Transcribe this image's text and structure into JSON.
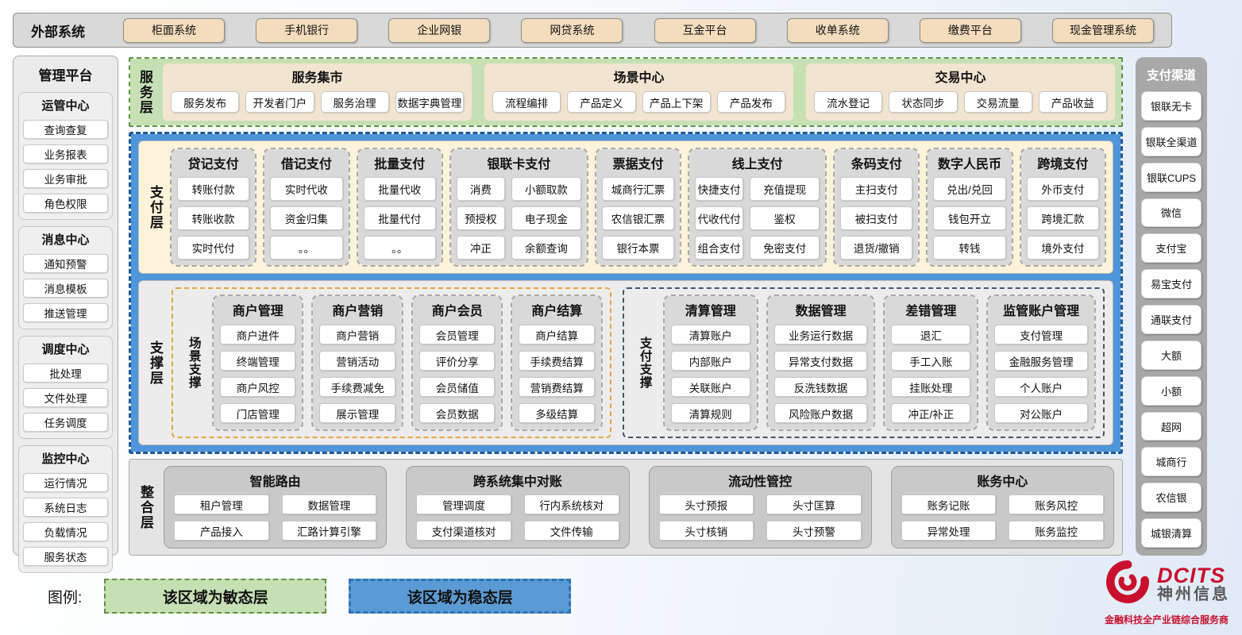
{
  "external_systems": {
    "label": "外部系统",
    "items": [
      "柜面系统",
      "手机银行",
      "企业网银",
      "网贷系统",
      "互金平台",
      "收单系统",
      "缴费平台",
      "现金管理系统"
    ]
  },
  "management_platform": {
    "title": "管理平台",
    "sections": [
      {
        "title": "运管中心",
        "items": [
          "查询查复",
          "业务报表",
          "业务审批",
          "角色权限"
        ]
      },
      {
        "title": "消息中心",
        "items": [
          "通知预警",
          "消息模板",
          "推送管理"
        ]
      },
      {
        "title": "调度中心",
        "items": [
          "批处理",
          "文件处理",
          "任务调度"
        ]
      },
      {
        "title": "监控中心",
        "items": [
          "运行情况",
          "系统日志",
          "负载情况",
          "服务状态"
        ]
      }
    ]
  },
  "service_layer": {
    "label": "服务层",
    "centers": [
      {
        "title": "服务集市",
        "items": [
          "服务发布",
          "开发者门户",
          "服务治理",
          "数据字典管理"
        ]
      },
      {
        "title": "场景中心",
        "items": [
          "流程编排",
          "产品定义",
          "产品上下架",
          "产品发布"
        ]
      },
      {
        "title": "交易中心",
        "items": [
          "流水登记",
          "状态同步",
          "交易流量",
          "产品收益"
        ]
      }
    ]
  },
  "payment_layer": {
    "label": "支付层",
    "groups": [
      {
        "title": "贷记支付",
        "cols": 1,
        "items": [
          "转账付款",
          "转账收款",
          "实时代付"
        ]
      },
      {
        "title": "借记支付",
        "cols": 1,
        "items": [
          "实时代收",
          "资金归集",
          "。。"
        ]
      },
      {
        "title": "批量支付",
        "cols": 1,
        "items": [
          "批量代收",
          "批量代付",
          "。。"
        ]
      },
      {
        "title": "银联卡支付",
        "cols": 2,
        "items": [
          "消费",
          "小额取款",
          "预授权",
          "电子现金",
          "冲正",
          "余额查询"
        ]
      },
      {
        "title": "票据支付",
        "cols": 1,
        "items": [
          "城商行汇票",
          "农信银汇票",
          "银行本票"
        ]
      },
      {
        "title": "线上支付",
        "cols": 2,
        "items": [
          "快捷支付",
          "充值提现",
          "代收代付",
          "鉴权",
          "组合支付",
          "免密支付"
        ]
      },
      {
        "title": "条码支付",
        "cols": 1,
        "items": [
          "主扫支付",
          "被扫支付",
          "退货/撤销"
        ]
      },
      {
        "title": "数字人民币",
        "cols": 1,
        "items": [
          "兑出/兑回",
          "钱包开立",
          "转钱"
        ]
      },
      {
        "title": "跨境支付",
        "cols": 1,
        "items": [
          "外币支付",
          "跨境汇款",
          "境外支付"
        ]
      }
    ]
  },
  "support_layer": {
    "label": "支撑层",
    "regions": [
      {
        "label": "场景支撑",
        "style": "orange",
        "groups": [
          {
            "title": "商户管理",
            "wide": false,
            "items": [
              "商户进件",
              "终端管理",
              "商户风控",
              "门店管理"
            ]
          },
          {
            "title": "商户营销",
            "wide": false,
            "items": [
              "商户营销",
              "营销活动",
              "手续费减免",
              "展示管理"
            ]
          },
          {
            "title": "商户会员",
            "wide": false,
            "items": [
              "会员管理",
              "评价分享",
              "会员储值",
              "会员数据"
            ]
          },
          {
            "title": "商户结算",
            "wide": false,
            "items": [
              "商户结算",
              "手续费结算",
              "营销费结算",
              "多级结算"
            ]
          }
        ]
      },
      {
        "label": "支付支撑",
        "style": "dark",
        "groups": [
          {
            "title": "清算管理",
            "wide": false,
            "items": [
              "清算账户",
              "内部账户",
              "关联账户",
              "清算规则"
            ]
          },
          {
            "title": "数据管理",
            "wide": true,
            "items": [
              "业务运行数据",
              "异常支付数据",
              "反洗钱数据",
              "风险账户数据"
            ]
          },
          {
            "title": "差错管理",
            "wide": false,
            "items": [
              "退汇",
              "手工入账",
              "挂账处理",
              "冲正/补正"
            ]
          },
          {
            "title": "监管账户管理",
            "wide": true,
            "items": [
              "支付管理",
              "金融服务管理",
              "个人账户",
              "对公账户"
            ]
          }
        ]
      }
    ]
  },
  "integration_layer": {
    "label": "整合层",
    "groups": [
      {
        "title": "智能路由",
        "items": [
          "租户管理",
          "数据管理",
          "产品接入",
          "汇路计算引擎"
        ]
      },
      {
        "title": "跨系统集中对账",
        "items": [
          "管理调度",
          "行内系统核对",
          "支付渠道核对",
          "文件传输"
        ]
      },
      {
        "title": "流动性管控",
        "items": [
          "头寸预报",
          "头寸匡算",
          "头寸核销",
          "头寸预警"
        ]
      },
      {
        "title": "账务中心",
        "items": [
          "账务记账",
          "账务风控",
          "异常处理",
          "账务监控"
        ]
      }
    ]
  },
  "payment_channels": {
    "title": "支付渠道",
    "items": [
      "银联无卡",
      "银联全渠道",
      "银联CUPS",
      "微信",
      "支付宝",
      "易宝支付",
      "通联支付",
      "大额",
      "小额",
      "超网",
      "城商行",
      "农信银",
      "城银清算"
    ]
  },
  "legend": {
    "label": "图例:",
    "items": [
      {
        "text": "该区域为敏态层",
        "type": "agile"
      },
      {
        "text": "该区域为稳态层",
        "type": "stable"
      }
    ]
  },
  "logo": {
    "brand": "DCITS",
    "company": "神州信息",
    "tagline": "金融科技全产业链综合服务商"
  },
  "colors": {
    "agile_green": "#c6e0b4",
    "stable_blue": "#4e95d9",
    "panel_gray": "#d9d9d9",
    "external_button_tan": "#f4ddbd",
    "payment_cream": "#fdf3da",
    "scene_support_border_orange": "#e8a33d",
    "payment_support_border_dark": "#44546a",
    "brand_red": "#c8102e"
  }
}
